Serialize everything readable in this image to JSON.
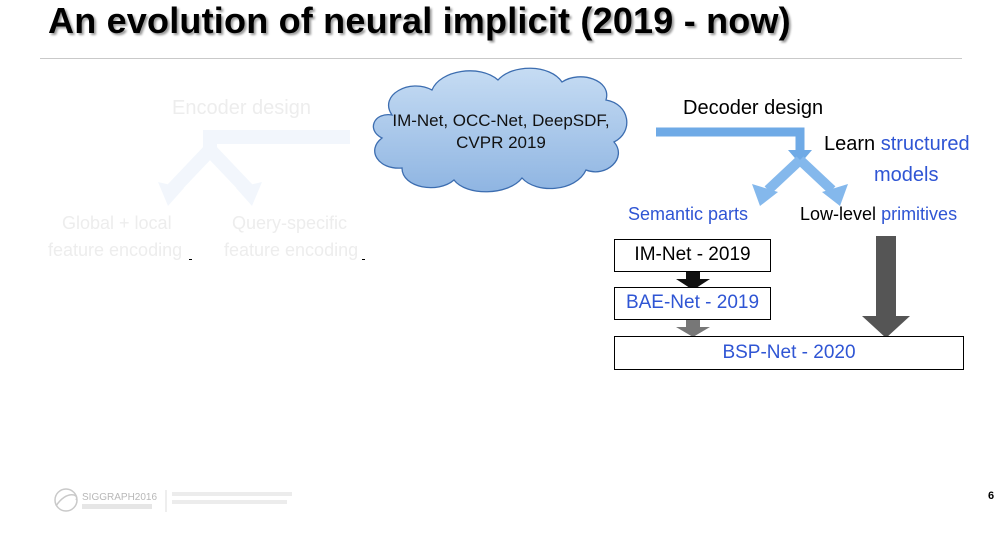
{
  "slide": {
    "title": "An evolution of neural implicit (2019 - now)",
    "page_number": "6"
  },
  "cloud": {
    "line1": "IM-Net, OCC-Net, DeepSDF,",
    "line2": "CVPR 2019"
  },
  "encoder": {
    "heading": "Encoder design",
    "left_line1": "Global + local",
    "left_line2": "feature encoding",
    "right_line1": "Query-specific",
    "right_line2": "feature encoding"
  },
  "decoder": {
    "heading": "Decoder design",
    "learn_prefix": "Learn",
    "learn_highlight_1": "structured",
    "learn_highlight_2": "models",
    "semantic_parts": "Semantic parts",
    "low_level_prefix": "Low-level",
    "low_level_highlight": "primitives"
  },
  "papers": {
    "im_net": "IM-Net - 2019",
    "bae_net": "BAE-Net - 2019",
    "bsp_net": "BSP-Net - 2020"
  },
  "footer": {
    "logo_text": "SIGGRAPH2016"
  },
  "colors": {
    "accent_blue": "#2f55d4",
    "arrow_blue": "#79b4ea",
    "cloud_fill": "#a9c8ea",
    "dark_arrow": "#555555"
  }
}
